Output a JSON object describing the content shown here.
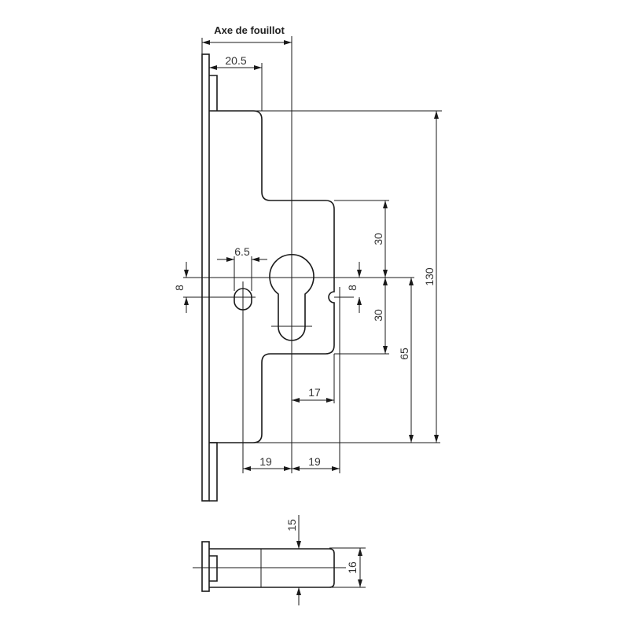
{
  "title": "Axe de fouillot",
  "dimensions": {
    "backset": "20.5",
    "hole_width": "6.5",
    "left_offset": "8",
    "right_offset": "8",
    "upper_30": "30",
    "lower_30": "30",
    "height_65": "65",
    "height_130": "130",
    "right_17": "17",
    "left_19": "19",
    "right_19": "19",
    "bottom_15": "15",
    "bottom_16": "16"
  }
}
